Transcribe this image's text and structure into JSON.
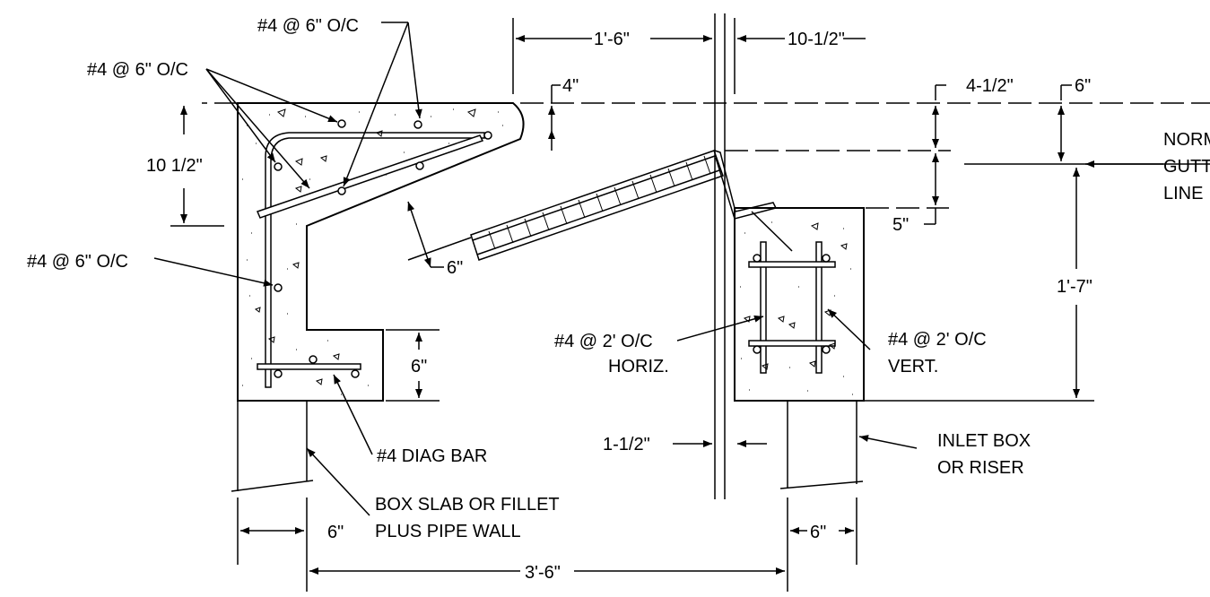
{
  "labels": {
    "top_rebar": "#4 @ 6\" O/C",
    "left_rebar": "#4 @ 6\" O/C",
    "mid_rebar": "#4 @ 6\" O/C",
    "dim_1_6": "1'-6\"",
    "dim_10_5": "10-1/2\"",
    "dim_4": "4\"",
    "dim_4_5": "4-1/2\"",
    "dim_6_top": "6\"",
    "dim_10_1_2": "10 1/2\"",
    "dim_6_slope": "6\"",
    "dim_5": "5\"",
    "dim_1_7": "1'-7\"",
    "dim_6_heel": "6\"",
    "horiz_rebar_1": "#4 @ 2' O/C",
    "horiz_rebar_2": "HORIZ.",
    "vert_rebar_1": "#4 @ 2' O/C",
    "vert_rebar_2": "VERT.",
    "dim_1_1_2": "1-1/2\"",
    "diag_bar": "#4 DIAG BAR",
    "inlet_1": "INLET BOX",
    "inlet_2": "OR RISER",
    "box_slab_1": "BOX SLAB OR FILLET",
    "box_slab_2": "PLUS PIPE WALL",
    "dim_6_left": "6\"",
    "dim_6_right": "6\"",
    "dim_3_6": "3'-6\"",
    "gutter_1": "NORMAL",
    "gutter_2": "GUTTER",
    "gutter_3": "LINE"
  }
}
